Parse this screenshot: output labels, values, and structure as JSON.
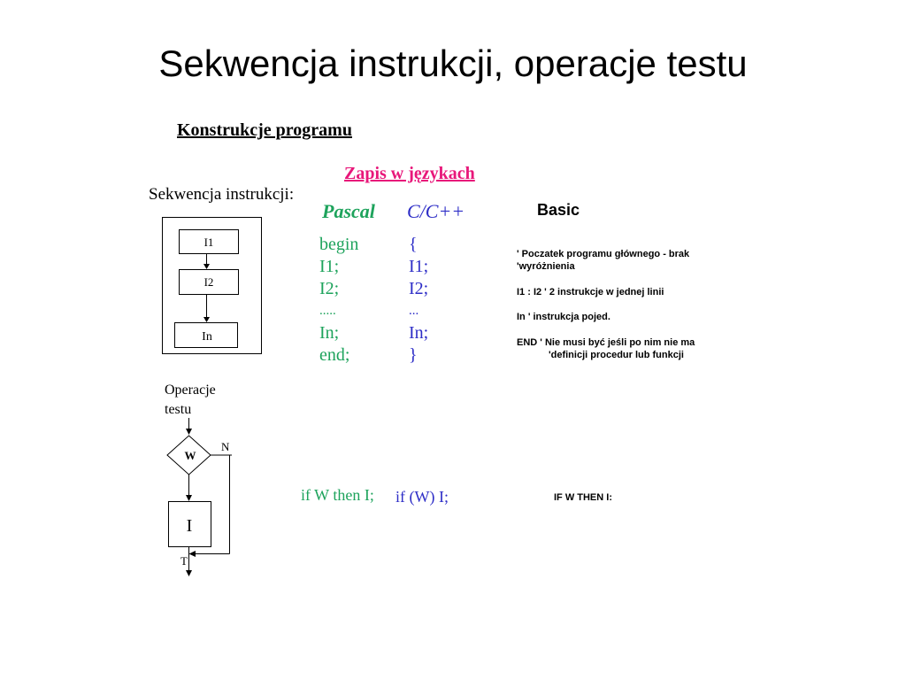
{
  "slide": {
    "title": "Sekwencja instrukcji, operacje testu"
  },
  "document": {
    "heading": "Konstrukcje programu",
    "languages_heading": "Zapis w językach",
    "sequence_label": "Sekwencja instrukcji:",
    "languages": {
      "pascal": "Pascal",
      "cpp": "C/C++",
      "basic": "Basic"
    },
    "sequence_diagram": {
      "box1": "I1",
      "box2": "I2",
      "box3": "In"
    },
    "pascal_code": [
      "begin",
      "I1;",
      "I2;",
      ".....",
      "In;",
      "end;"
    ],
    "cpp_code": [
      "{",
      "I1;",
      "I2;",
      "...",
      "In;",
      "}"
    ],
    "basic_code": [
      "' Poczatek programu głównego - brak",
      " 'wyróżnienia",
      "I1 : I2    ' 2 instrukcje w jednej linii",
      "In   ' instrukcja pojed.",
      "END   ' Nie musi być jeśli po nim nie ma",
      "'definicji procedur lub funkcji"
    ],
    "test_label_line1": "Operacje",
    "test_label_line2": "testu",
    "test_diagram": {
      "condition": "W",
      "false_label": "N",
      "instruction": "I",
      "true_label": "T"
    },
    "pascal_if": "if W then I;",
    "cpp_if": "if (W) I;",
    "basic_if": "IF W  THEN I:"
  }
}
